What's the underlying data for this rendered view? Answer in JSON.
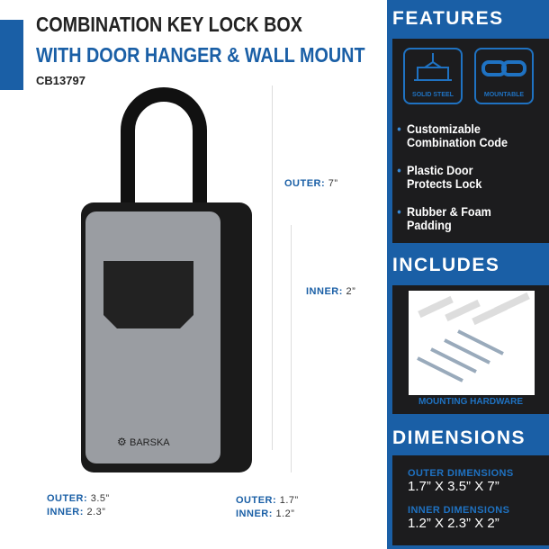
{
  "title_line1": "COMBINATION KEY LOCK BOX",
  "title_line2": "WITH DOOR HANGER & WALL MOUNT",
  "sku": "CB13797",
  "brand": "BARSKA",
  "measurements": {
    "height_outer": {
      "label": "OUTER:",
      "value": "7”"
    },
    "height_inner": {
      "label": "INNER:",
      "value": "2”"
    },
    "width_outer": {
      "label": "OUTER:",
      "value": "3.5”"
    },
    "width_inner": {
      "label": "INNER:",
      "value": "2.3”"
    },
    "depth_outer": {
      "label": "OUTER:",
      "value": "1.7”"
    },
    "depth_inner": {
      "label": "INNER:",
      "value": "1.2”"
    }
  },
  "features": {
    "heading": "FEATURES",
    "icons": [
      {
        "icon": "steel-beam-icon",
        "label": "SOLID STEEL"
      },
      {
        "icon": "chain-link-icon",
        "label": "MOUNTABLE"
      }
    ],
    "items": [
      "Customizable Combination Code",
      "Plastic Door Protects Lock",
      "Rubber & Foam Padding"
    ]
  },
  "includes": {
    "heading": "INCLUDES",
    "caption": "MOUNTING HARDWARE"
  },
  "dimensions": {
    "heading": "DIMENSIONS",
    "outer_label": "OUTER DIMENSIONS",
    "outer_value": "1.7” X 3.5” X 7”",
    "inner_label": "INNER DIMENSIONS",
    "inner_value": "1.2” X 2.3” X 2”"
  },
  "colors": {
    "accent": "#1a5fa6",
    "dark": "#1c1c1e"
  }
}
